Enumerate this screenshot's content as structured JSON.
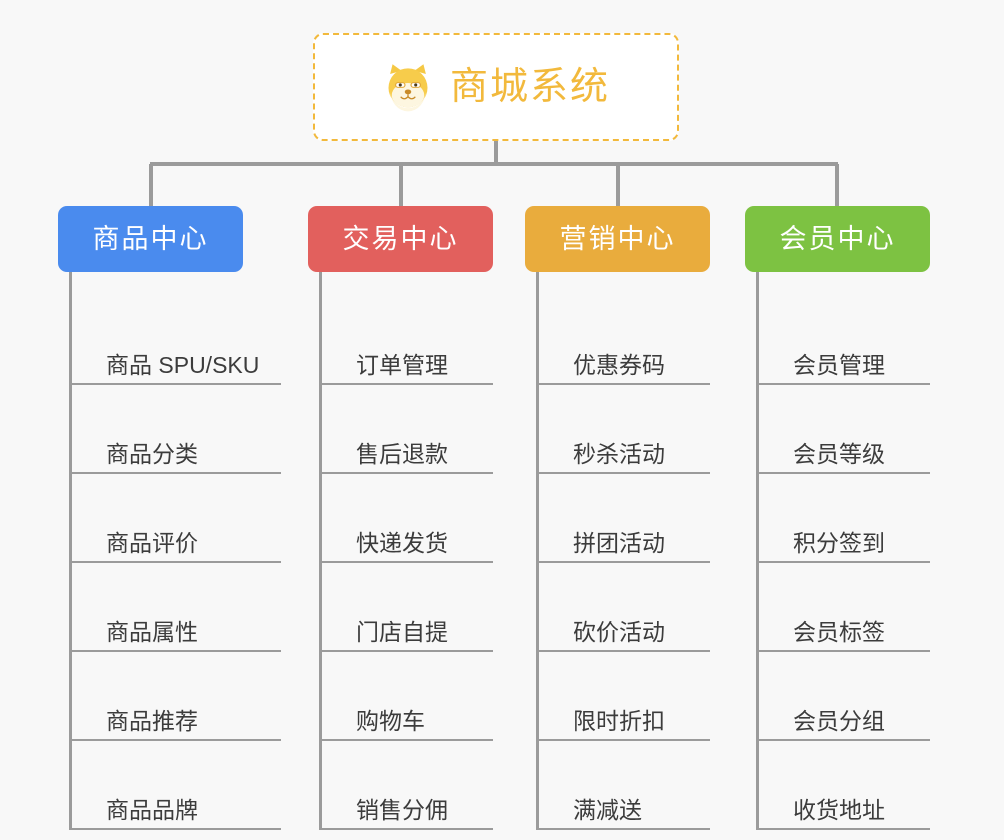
{
  "page": {
    "background_color": "#f8f8f8",
    "title": "商城系统"
  },
  "root": {
    "label": "商城系统",
    "icon": "shiba-dog-icon",
    "accent_color": "#f2b93c",
    "border_style": "dashed",
    "fill_color": "#ffffff"
  },
  "branches": [
    {
      "id": "products",
      "label": "商品中心",
      "color": "#4a8bee",
      "items": [
        {
          "label": "商品 SPU/SKU"
        },
        {
          "label": "商品分类"
        },
        {
          "label": "商品评价"
        },
        {
          "label": "商品属性"
        },
        {
          "label": "商品推荐"
        },
        {
          "label": "商品品牌"
        }
      ]
    },
    {
      "id": "trade",
      "label": "交易中心",
      "color": "#e2605d",
      "items": [
        {
          "label": "订单管理"
        },
        {
          "label": "售后退款"
        },
        {
          "label": "快递发货"
        },
        {
          "label": "门店自提"
        },
        {
          "label": "购物车"
        },
        {
          "label": "销售分佣"
        }
      ]
    },
    {
      "id": "marketing",
      "label": "营销中心",
      "color": "#e9ac3d",
      "items": [
        {
          "label": "优惠券码"
        },
        {
          "label": "秒杀活动"
        },
        {
          "label": "拼团活动"
        },
        {
          "label": "砍价活动"
        },
        {
          "label": "限时折扣"
        },
        {
          "label": "满减送"
        }
      ]
    },
    {
      "id": "member",
      "label": "会员中心",
      "color": "#7dc242",
      "items": [
        {
          "label": "会员管理"
        },
        {
          "label": "会员等级"
        },
        {
          "label": "积分签到"
        },
        {
          "label": "会员标签"
        },
        {
          "label": "会员分组"
        },
        {
          "label": "收货地址"
        }
      ]
    }
  ],
  "connector": {
    "color": "#9b9b9b"
  }
}
